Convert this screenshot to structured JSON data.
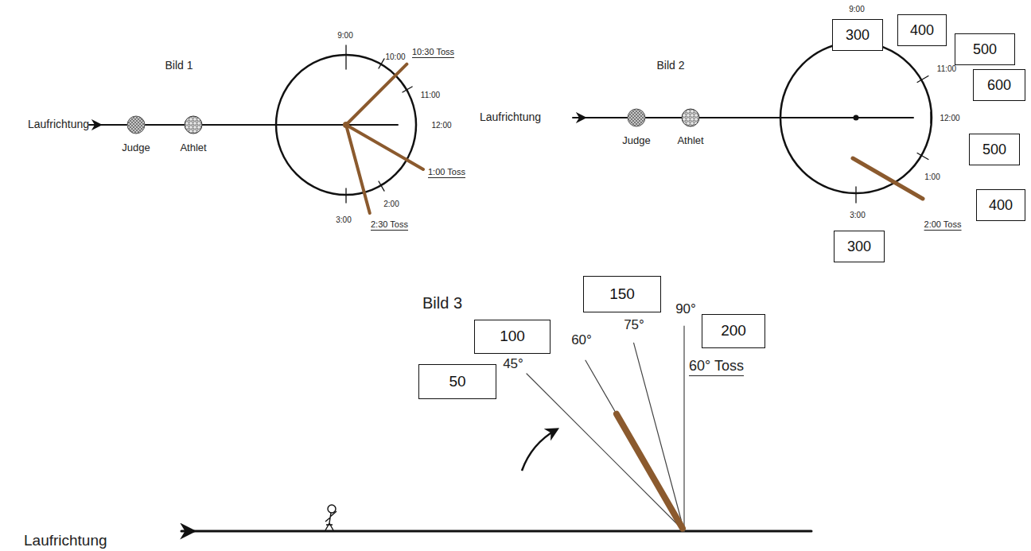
{
  "diagram": {
    "nodes": [
      {
        "text": [
          "400"
        ]
      },
      {
        "text": [
          "300"
        ]
      },
      {
        "text": [
          "500"
        ]
      },
      {
        "text": [
          "600"
        ]
      },
      {
        "text": [
          "500"
        ]
      },
      {
        "text": [
          "400"
        ]
      },
      {
        "text": [
          "300"
        ]
      },
      {
        "text": [
          "150"
        ]
      },
      {
        "text": [
          "200"
        ]
      },
      {
        "text": [
          "100"
        ]
      },
      {
        "text": [
          "50"
        ]
      }
    ],
    "labels": [
      "Bild 1",
      "Laufrichtung",
      "Judge",
      "Athlet",
      "9:00",
      "10:00",
      "10:30 Toss",
      "11:00",
      "12:00",
      "1:00 Toss",
      "2:00",
      "2:30 Toss",
      "3:00",
      "Bild 2",
      "Laufrichtung",
      "Judge",
      "Athlet",
      "9:00",
      "11:00",
      "12:00",
      "1:00",
      "2:00 Toss",
      "3:00",
      "Bild 3",
      "45°",
      "60°",
      "75°",
      "90°",
      "60° Toss",
      "Laufrichtung"
    ]
  }
}
